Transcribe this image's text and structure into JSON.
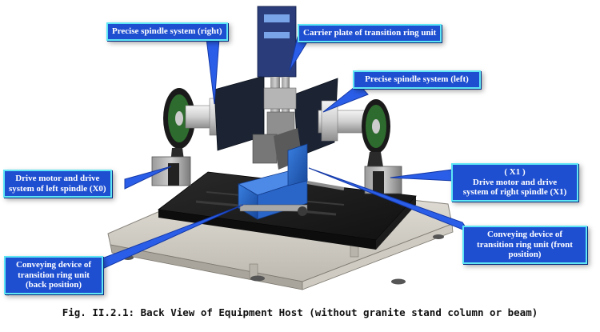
{
  "callouts": {
    "spindle_right": {
      "lines": [
        "Precise spindle system (right)"
      ]
    },
    "carrier_plate": {
      "lines": [
        "Carrier plate of transition ring unit"
      ]
    },
    "spindle_left": {
      "lines": [
        "Precise spindle system (left)"
      ]
    },
    "motor_left": {
      "lines": [
        "Drive motor and drive",
        "system of left spindle (X0)"
      ]
    },
    "motor_right": {
      "lines": [
        "( X1 )",
        "Drive motor and drive",
        "system of right spindle (X1)"
      ]
    },
    "conveying_front": {
      "lines": [
        "Conveying device of",
        "transition ring unit (front",
        "position)"
      ]
    },
    "conveying_back": {
      "lines": [
        "Conveying device of",
        "transition ring unit",
        "(back position)"
      ]
    }
  },
  "caption": "Fig. II.2.1: Back View of Equipment Host (without granite stand column or beam)",
  "colors": {
    "callout_fill": "#1f4fd1",
    "callout_border": "#5ee6f5",
    "caption_text": "#111111"
  }
}
